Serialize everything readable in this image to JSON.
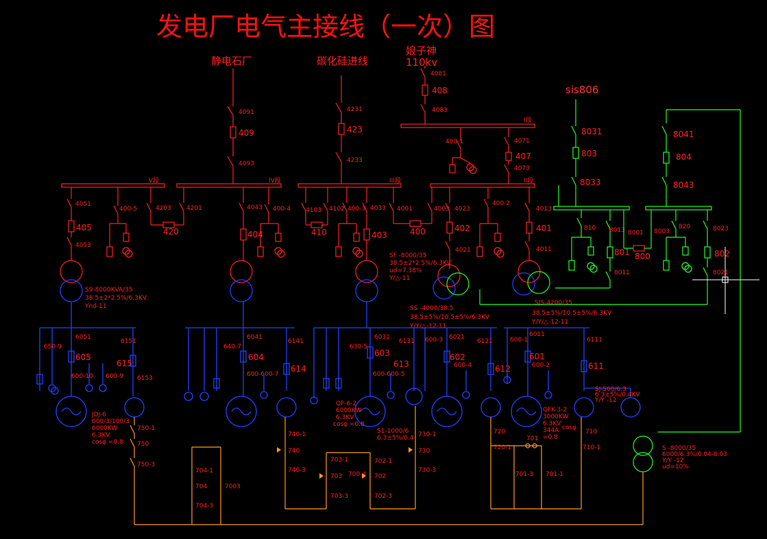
{
  "title": "发电厂电气主接线（一次）图",
  "sources": {
    "left": "静电石厂",
    "middle": "碳化硅进线",
    "right_name": "娘子神",
    "right_voltage": "110kv",
    "far_right": "sis806"
  },
  "bus_labels": [
    "V段",
    "IV段",
    "III段",
    "II段",
    "I段"
  ],
  "switch_labels": {
    "s4091": "4091",
    "s409": "409",
    "s4093": "4093",
    "s4231": "4231",
    "s423": "423",
    "s4233": "4233",
    "s4081": "4081",
    "s408": "408",
    "s4083": "4083",
    "s4071": "4071",
    "s407": "407",
    "s4073": "4073",
    "s400_1": "400-1",
    "s8031": "8031",
    "s803": "803",
    "s8033": "8033",
    "s8041": "8041",
    "s804": "804",
    "s8043": "8043",
    "s4051": "4051",
    "s405": "405",
    "s4053": "4053",
    "s400_5": "400-5",
    "s4203": "4203",
    "s4201": "4201",
    "s420": "420",
    "s4043": "4043",
    "s404": "404",
    "s400_4": "400-4",
    "s4103": "4103",
    "s4102": "4102",
    "s410": "410",
    "s400_3": "400-3",
    "s4033": "4033",
    "s403": "403",
    "s4001": "4001",
    "s400": "400",
    "s4003": "4003",
    "s4023": "4023",
    "s402": "402",
    "s4021": "4021",
    "s400_2": "400-2",
    "s4013": "4013",
    "s401": "401",
    "s4011": "4011",
    "s810": "810",
    "s8013": "8013",
    "s801": "801",
    "s8011": "8011",
    "s8001": "8001",
    "s8003": "8003",
    "s800": "800",
    "s820": "820",
    "s8023": "8023",
    "s802": "802",
    "s8021": "8021"
  },
  "transformer_labels": {
    "t1": "S9-8000KVA/35",
    "t1b": "38.5±2*2.5%/6.3KV",
    "t1c": "Ynd-11",
    "t2": "SF -8000/35",
    "t2b": "38.5±2*2.5%/6.3KV",
    "t2c": "ud=7.38%",
    "t2d": "Y/△-11",
    "t3": "SS -4000/38.5",
    "t3b": "38.5±5%/10.5±5%/6.3KV",
    "t3c": "Y/Y/△-12-11",
    "t4": "SJS-4200/35",
    "t4b": "38.5±5%/10.5±5%/6.3KV",
    "t4c": "Y/Y/△-12-11",
    "t5": "S -8000/35",
    "t5b": "6000/6.3%/0.04-0.03",
    "t5c": "Y/Y -12",
    "t5d": "ud=10%"
  },
  "feeder_labels": {
    "f650_9": "650-9",
    "f6051": "6051",
    "f605": "605",
    "f6151": "6151",
    "f615": "615",
    "f6153": "6153",
    "f600_10": "600-10",
    "f600_9": "600-9",
    "f640_7": "640-7",
    "f6041": "6041",
    "f604": "604",
    "f6141": "6141",
    "f614": "614",
    "f600_7": "600-600-7",
    "f630_5": "630-5",
    "f6031": "6031",
    "f603": "603",
    "f6131": "6131",
    "f613": "613",
    "f600_5": "600-600-5",
    "f600_3": "600-3",
    "f6021": "6021",
    "f602": "602",
    "f600_4": "600-4",
    "f6121": "6121",
    "f612": "612",
    "f600_1": "600-1",
    "f6011": "6011",
    "f601": "601",
    "f600_2": "600-2",
    "f6111": "6111",
    "f611": "611"
  },
  "generator_labels": {
    "g1": "JDJ-6",
    "g1b": "600/3/100/3",
    "g1c": "6000KW",
    "g1d": "6.3KV",
    "g1e": "cosφ =0.8",
    "g2": "QF-6-2",
    "g2b": "6000KW",
    "g2c": "6.3KV",
    "g2d": "cosφ =0.8",
    "g3": "QFK-3-2",
    "g3b": "3000KW",
    "g3c": "6.3KV",
    "g3d": "344A",
    "g3e": "=0.8",
    "g4": "SJ-560/6.3",
    "g4b": "6.3±5%/0.4KV",
    "g4c": "Y/Y -12",
    "g5": "S1-1000/6",
    "g5b": "6.3±5%/0.4"
  },
  "low_voltage_labels": {
    "l750_1": "750-1",
    "l750": "750",
    "l750_3": "750-3",
    "l704_1": "704-1",
    "l704": "704",
    "l7003": "7003",
    "l704_3": "704-3",
    "l740_1": "740-1",
    "l740": "740",
    "l740_3": "740-3",
    "l703_1": "703-1",
    "l703": "703",
    "l703_3": "703-3",
    "l700_4": "700-4",
    "l702_1": "702-1",
    "l702": "702",
    "l702_3": "702-3",
    "l730_1": "730-1",
    "l730": "730",
    "l730_3": "730-3",
    "l720": "720",
    "l720_1": "720-1",
    "l701": "701",
    "l701_3": "701-3",
    "l701_1": "701-1",
    "l710": "710",
    "l710_1": "710-1",
    "l_cos": "cosφ"
  },
  "colors": {
    "red": "#ff2020",
    "blue": "#2040ff",
    "green": "#20ff20",
    "orange": "#ff9a20",
    "white": "#ffffff"
  }
}
